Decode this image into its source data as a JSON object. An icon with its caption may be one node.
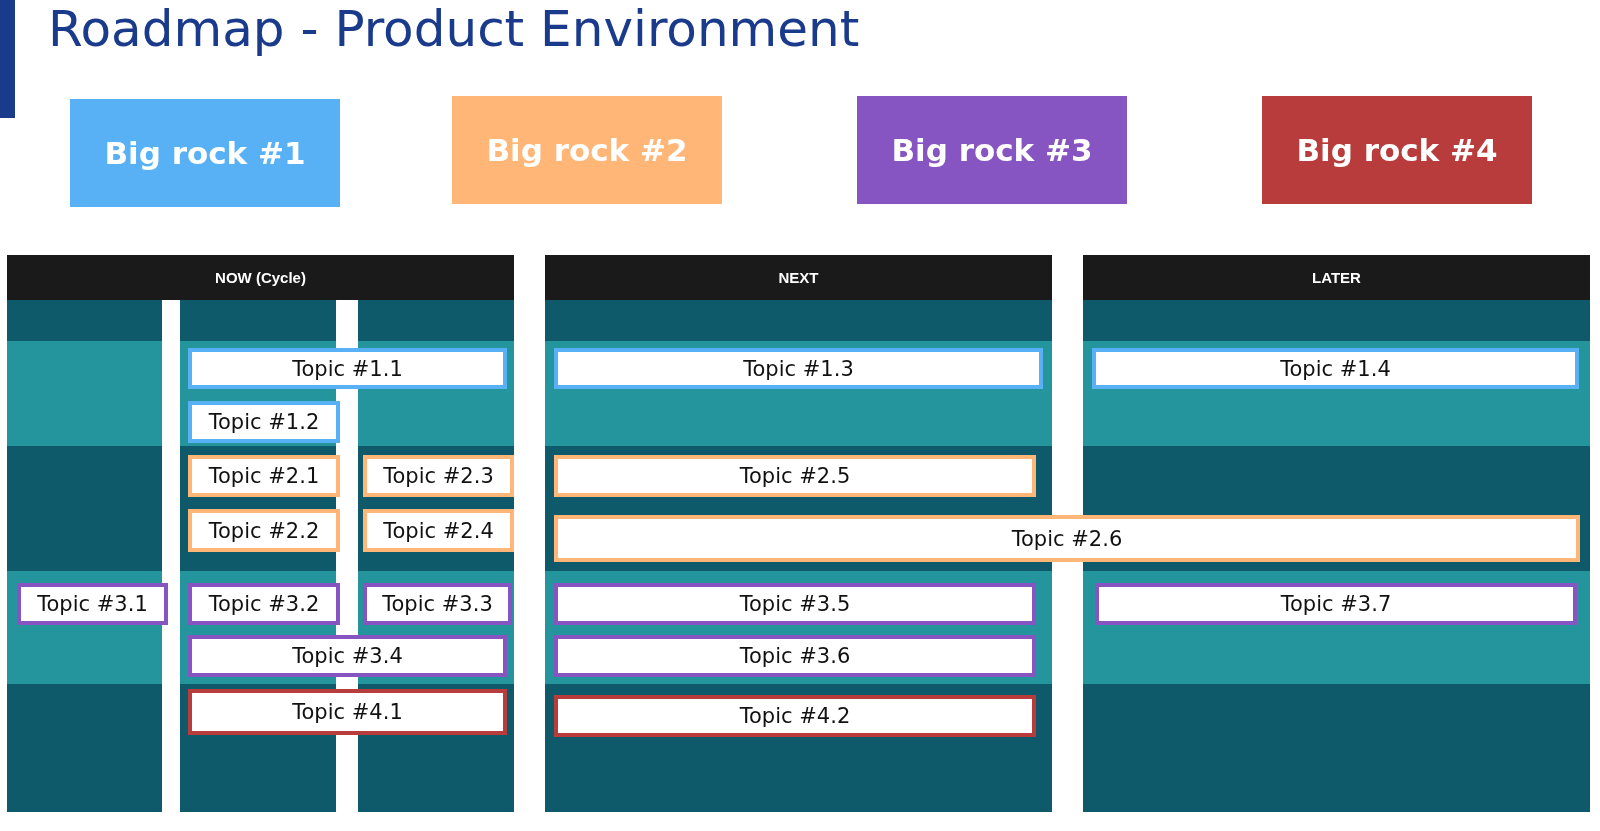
{
  "diagram": {
    "title": "Roadmap - Product Environment",
    "nodes": [
      {
        "text": [
          "Big rock #1"
        ]
      },
      {
        "text": [
          "Big rock #2"
        ]
      },
      {
        "text": [
          "Big rock #3"
        ]
      },
      {
        "text": [
          "Big rock #4"
        ]
      },
      {
        "text": [
          "NOW (Cycle)"
        ]
      },
      {
        "text": [
          "NEXT"
        ]
      },
      {
        "text": [
          "LATER"
        ]
      },
      {
        "text": [
          "Topic #1.1"
        ],
        "in": 4
      },
      {
        "text": [
          "Topic #1.3"
        ],
        "in": 5
      },
      {
        "text": [
          "Topic #1.4"
        ],
        "in": 6
      },
      {
        "text": [
          "Topic #1.2"
        ],
        "in": 4
      },
      {
        "text": [
          "Topic #2.1"
        ],
        "in": 4
      },
      {
        "text": [
          "Topic #2.3"
        ],
        "in": 4
      },
      {
        "text": [
          "Topic #2.5"
        ],
        "in": 5
      },
      {
        "text": [
          "Topic #2.2"
        ],
        "in": 4
      },
      {
        "text": [
          "Topic #2.4"
        ],
        "in": 4
      },
      {
        "text": [
          "Topic #2.6"
        ]
      },
      {
        "text": [
          "Topic #3.1"
        ],
        "in": 4
      },
      {
        "text": [
          "Topic #3.2"
        ],
        "in": 4
      },
      {
        "text": [
          "Topic #3.3"
        ],
        "in": 4
      },
      {
        "text": [
          "Topic #3.5"
        ],
        "in": 5
      },
      {
        "text": [
          "Topic #3.7"
        ],
        "in": 6
      },
      {
        "text": [
          "Topic #3.4"
        ],
        "in": 4
      },
      {
        "text": [
          "Topic #3.6"
        ],
        "in": 5
      },
      {
        "text": [
          "Topic #4.1"
        ],
        "in": 4
      },
      {
        "text": [
          "Topic #4.2"
        ],
        "in": 5
      }
    ]
  }
}
